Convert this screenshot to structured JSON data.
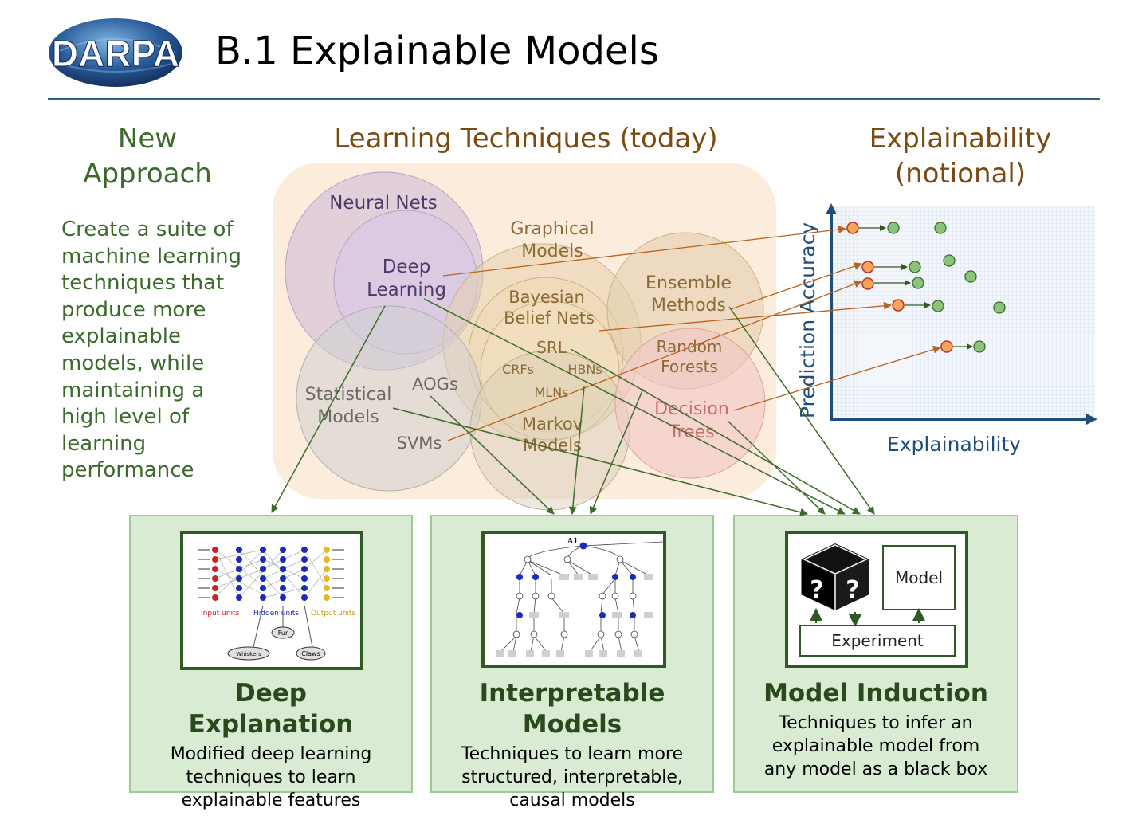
{
  "header": {
    "logo_text": "DARPA",
    "title": "B.1 Explainable Models"
  },
  "new_approach": {
    "heading_line1": "New",
    "heading_line2": "Approach",
    "description_lines": [
      "Create a suite of",
      "machine learning",
      "techniques that",
      "produce more",
      "explainable",
      "models, while",
      "maintaining a",
      "high level of",
      "learning",
      "performance"
    ]
  },
  "learning_techniques": {
    "heading": "Learning Techniques (today)",
    "neural_nets": "Neural Nets",
    "deep_learning_line1": "Deep",
    "deep_learning_line2": "Learning",
    "graphical_models_line1": "Graphical",
    "graphical_models_line2": "Models",
    "bayesian_line1": "Bayesian",
    "bayesian_line2": "Belief Nets",
    "ensemble_line1": "Ensemble",
    "ensemble_line2": "Methods",
    "srl": "SRL",
    "crfs": "CRFs",
    "hbns": "HBNs",
    "mlns": "MLNs",
    "random_forests_line1": "Random",
    "random_forests_line2": "Forests",
    "statistical_line1": "Statistical",
    "statistical_line2": "Models",
    "aogs": "AOGs",
    "svms": "SVMs",
    "markov_line1": "Markov",
    "markov_line2": "Models",
    "decision_trees_line1": "Decision",
    "decision_trees_line2": "Trees"
  },
  "explainability": {
    "heading_line1": "Explainability",
    "heading_line2": "(notional)",
    "y_axis_label": "Prediction Accuracy",
    "x_axis_label": "Explainability"
  },
  "deep_explanation": {
    "title_line1": "Deep",
    "title_line2": "Explanation",
    "desc_lines": [
      "Modified deep learning",
      "techniques to learn",
      "explainable features"
    ],
    "diagram_input_label": "Input units",
    "diagram_hidden_label": "Hidden units",
    "diagram_output_label": "Output units",
    "diagram_fur": "Fur",
    "diagram_whiskers": "Whiskers",
    "diagram_claws": "Claws"
  },
  "interpretable_models": {
    "title_line1": "Interpretable",
    "title_line2": "Models",
    "desc_lines": [
      "Techniques to learn more",
      "structured, interpretable,",
      "causal models"
    ],
    "tree_root_label": "A1"
  },
  "model_induction": {
    "title": "Model Induction",
    "desc_lines": [
      "Techniques to infer an",
      "explainable model from",
      "any model as a black box"
    ],
    "model_label": "Model",
    "experiment_label": "Experiment",
    "black_box_symbol": "?"
  },
  "colors": {
    "green_text": "#3b6a2b",
    "brown_text": "#7a4a12",
    "navy": "#1f4e79",
    "box_fill": "#d9ebd3",
    "arrow_green": "#3e6b2a",
    "arrow_orange": "#b8621b",
    "dot_red": "#f4a55a",
    "dot_green": "#8cc37a"
  }
}
